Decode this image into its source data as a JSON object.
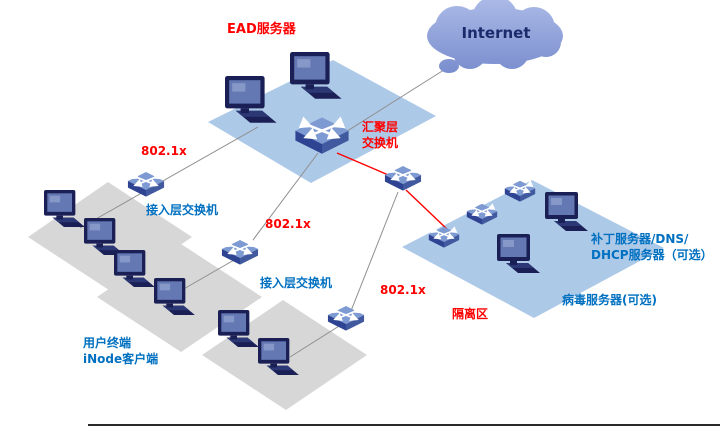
{
  "colors": {
    "red_label": "#ff0000",
    "blue_label": "#0070c0",
    "navy_text": "#1b2a6b",
    "platform_blue": "#adc9e8",
    "platform_gray": "#d7d7d7",
    "cloud_top": "#aab9e6",
    "cloud_bottom": "#7589cc",
    "device_navy": "#1a1f55",
    "screen_blue": "#6478b3",
    "switch_top": "#7e9ad2",
    "switch_front_left": "#2e4392",
    "switch_front_right": "#41599f",
    "line_gray": "#8f8f8f",
    "line_red": "#ff0000"
  },
  "labels": {
    "internet": "Internet",
    "ead_server": "EAD服务器",
    "aggregation_switch": "汇聚层\n交换机",
    "dot1x": [
      "802.1x",
      "802.1x",
      "802.1x"
    ],
    "access_switch": [
      "接入层交换机",
      "接入层交换机"
    ],
    "user_terminal": "用户终端\niNode客户端",
    "patch_server": "补丁服务器/DNS/\nDHCP服务器（可选）",
    "virus_server": "病毒服务器(可选)",
    "quarantine_zone": "隔离区"
  }
}
